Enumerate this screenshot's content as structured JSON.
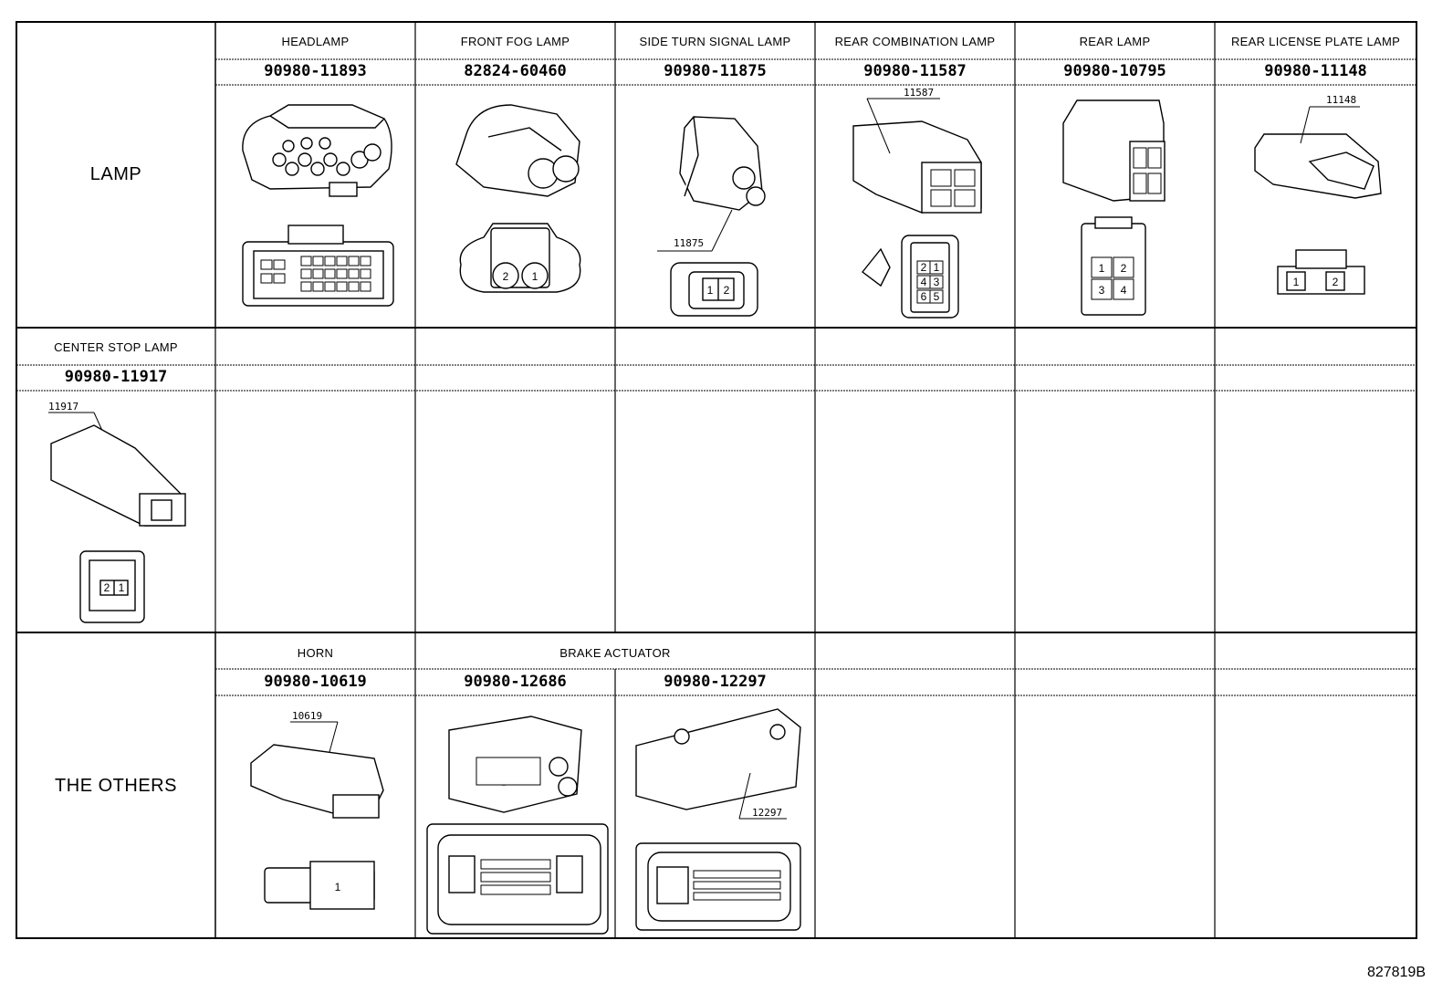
{
  "sections": {
    "lamp": "LAMP",
    "others": "THE OTHERS"
  },
  "lamp_row": [
    {
      "name": "HEADLAMP",
      "part": "90980-11893"
    },
    {
      "name": "FRONT FOG LAMP",
      "part": "82824-60460",
      "pins": [
        "2",
        "1"
      ]
    },
    {
      "name": "SIDE TURN SIGNAL LAMP",
      "part": "90980-11875",
      "callout": "11875",
      "pins": [
        "1",
        "2"
      ]
    },
    {
      "name": "REAR COMBINATION LAMP",
      "part": "90980-11587",
      "callout": "11587",
      "pins": [
        "2",
        "1",
        "4",
        "3",
        "6",
        "5"
      ]
    },
    {
      "name": "REAR LAMP",
      "part": "90980-10795",
      "pins": [
        "1",
        "2",
        "3",
        "4"
      ]
    },
    {
      "name": "REAR LICENSE PLATE LAMP",
      "part": "90980-11148",
      "callout": "11148",
      "pins": [
        "1",
        "2"
      ]
    }
  ],
  "center_stop": {
    "name": "CENTER STOP LAMP",
    "part": "90980-11917",
    "callout": "11917",
    "pins": [
      "2",
      "1"
    ]
  },
  "others_row": [
    {
      "name": "HORN",
      "part": "90980-10619",
      "callout": "10619",
      "pins": [
        "1"
      ]
    },
    {
      "name": "BRAKE ACTUATOR",
      "part": "90980-12686"
    },
    {
      "part": "90980-12297",
      "callout": "12297"
    }
  ],
  "footer": "827819B"
}
